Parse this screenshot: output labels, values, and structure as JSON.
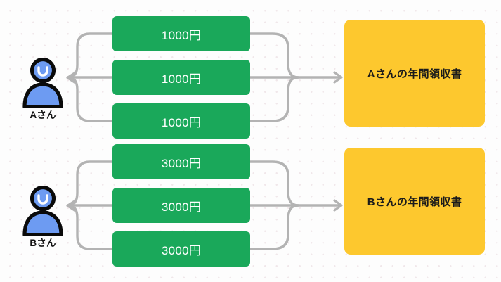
{
  "diagram": {
    "title": "Annual receipt aggregation diagram",
    "background_color": "#fdfdfd",
    "dot_color": "#f0e7ea",
    "connector_color": "#b3b3b3"
  },
  "groups": [
    {
      "id": "group-a",
      "person": {
        "label": "Aさん",
        "icon": "person-icon",
        "body_color": "#6d9bf2",
        "outline_color": "#0a0a0a"
      },
      "amounts": [
        {
          "label": "1000円",
          "color": "#1aa85a"
        },
        {
          "label": "1000円",
          "color": "#1aa85a"
        },
        {
          "label": "1000円",
          "color": "#1aa85a"
        }
      ],
      "receipt": {
        "label": "Aさんの年間領収書",
        "color": "#fdc82e"
      }
    },
    {
      "id": "group-b",
      "person": {
        "label": "Bさん",
        "icon": "person-icon",
        "body_color": "#6d9bf2",
        "outline_color": "#0a0a0a"
      },
      "amounts": [
        {
          "label": "3000円",
          "color": "#1aa85a"
        },
        {
          "label": "3000円",
          "color": "#1aa85a"
        },
        {
          "label": "3000円",
          "color": "#1aa85a"
        }
      ],
      "receipt": {
        "label": "Bさんの年間領収書",
        "color": "#fdc82e"
      }
    }
  ]
}
